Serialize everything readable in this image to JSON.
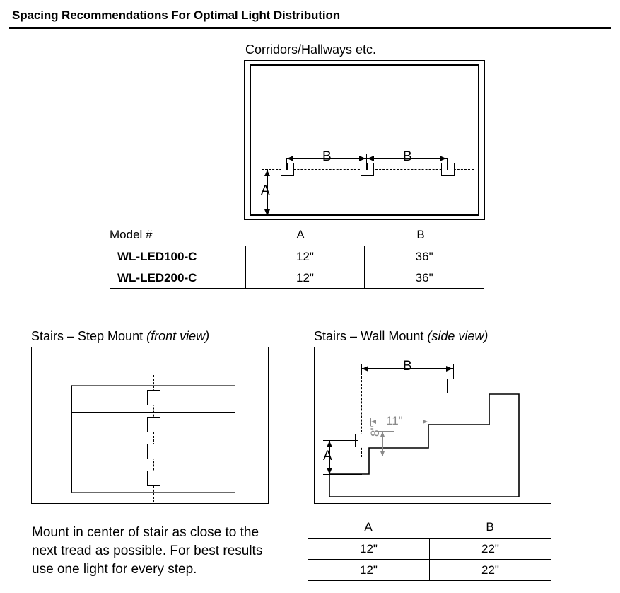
{
  "title": "Spacing Recommendations For Optimal Light Distribution",
  "corridor": {
    "heading": "Corridors/Hallways etc.",
    "dim_b_left": "B",
    "dim_b_right": "B",
    "dim_a": "A"
  },
  "corridor_table": {
    "headers": [
      "Model #",
      "A",
      "B"
    ],
    "rows": [
      {
        "model": "WL-LED100-C",
        "a": "12\"",
        "b": "36\""
      },
      {
        "model": "WL-LED200-C",
        "a": "12\"",
        "b": "36\""
      }
    ]
  },
  "step_mount": {
    "heading_main": "Stairs – Step Mount ",
    "heading_italic": "(front view)",
    "note": "Mount in center of stair as close to the next tread as possible. For best results use one light for every step."
  },
  "wall_mount": {
    "heading_main": "Stairs – Wall Mount ",
    "heading_italic": "(side view)",
    "dim_b": "B",
    "dim_a": "A",
    "tread_depth": "11\"",
    "riser_height": "8\""
  },
  "wall_mount_table": {
    "headers": [
      "A",
      "B"
    ],
    "rows": [
      {
        "a": "12\"",
        "b": "22\""
      },
      {
        "a": "12\"",
        "b": "22\""
      }
    ]
  },
  "colors": {
    "line": "#000000",
    "annotation_gray": "#8a8a8a",
    "background": "#ffffff"
  }
}
